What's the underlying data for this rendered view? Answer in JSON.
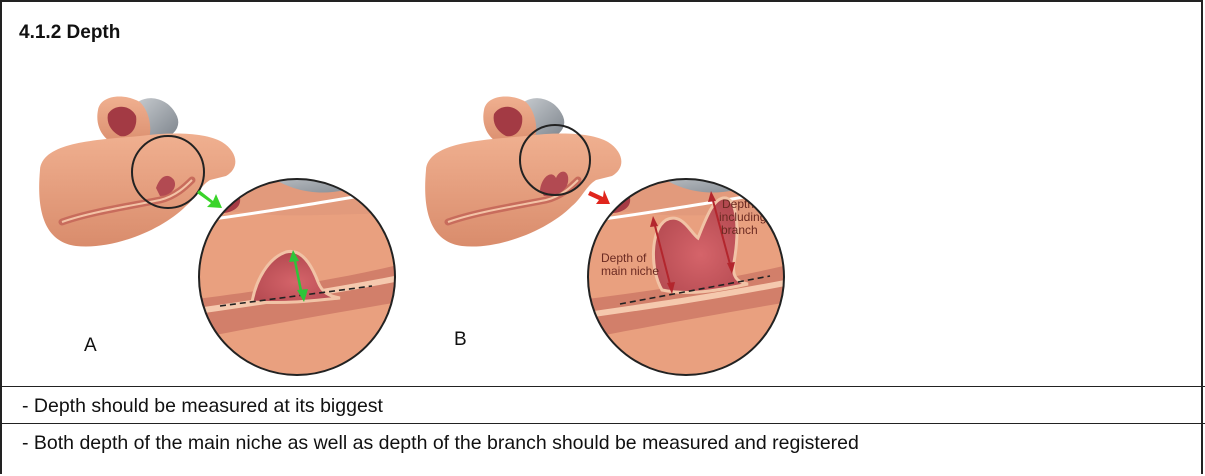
{
  "section": {
    "title": "4.1.2 Depth"
  },
  "figures": {
    "a_label": "A",
    "b_label": "B",
    "b_annotations": {
      "main_line1": "Depth of",
      "main_line2": "main niche",
      "branch_line1": "Depth",
      "branch_line2": "including",
      "branch_line3": "branch"
    },
    "colors": {
      "arrow_a": "#39d42a",
      "arrow_b": "#e0251d",
      "tissue": "#e9a482",
      "niche": "#c9505a",
      "measure_a": "#2fc43a",
      "measure_b": "#b3262d"
    }
  },
  "notes": [
    "- Depth should be measured at its biggest",
    "- Both depth of the main niche as well as depth of the branch should be measured and registered"
  ]
}
